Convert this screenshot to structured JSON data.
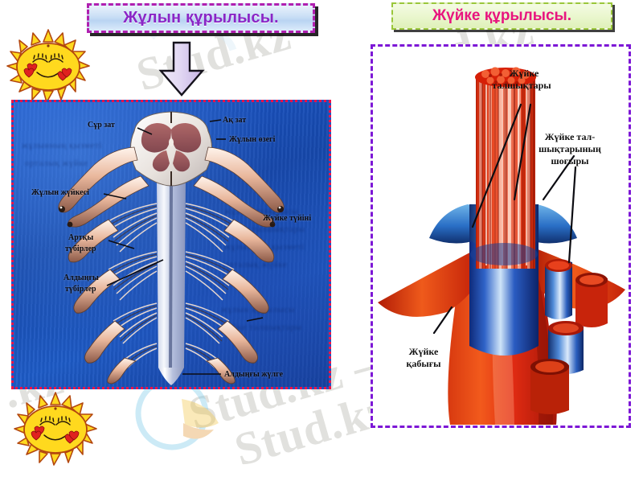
{
  "slide": {
    "background_color": "#ffffff",
    "watermark_text": "Stud.kz",
    "watermark_separator": "–"
  },
  "titles": {
    "left": {
      "text": "Жұлын құрылысы.",
      "text_color": "#8a26c6",
      "border_color": "#b020b0",
      "fill_color": "#c9def5"
    },
    "right": {
      "text": "Жүйке құрылысы.",
      "text_color": "#e8157f",
      "border_color": "#9ac63a",
      "fill_color": "#eaf7cf"
    }
  },
  "arrow": {
    "name": "down-arrow",
    "direction": "down",
    "fill_color": "#ded2f0",
    "outline_color": "#1a1a1a"
  },
  "decorations": {
    "sun_top": {
      "name": "smiling-sun",
      "body_color": "#ffd91e",
      "outline_color": "#b3470f",
      "cheek_color": "#e0221f"
    },
    "sun_bottom": {
      "name": "smiling-sun",
      "body_color": "#ffd91e",
      "outline_color": "#b3470f",
      "cheek_color": "#e0221f"
    }
  },
  "figure_left": {
    "name": "spinal-cord-diagram",
    "border_color": "#ef1247",
    "border_style": "dotted",
    "background_color": "#1b55c4",
    "labels": [
      {
        "id": "sur-zat",
        "text": "Сұр зат"
      },
      {
        "id": "aq-zat",
        "text": "Ақ зат"
      },
      {
        "id": "zhulyn-ozegi",
        "text": "Жұлын өзегі"
      },
      {
        "id": "zhulyn-zhuikesi",
        "text": "Жұлын жүйкесі"
      },
      {
        "id": "zhuike-tuini",
        "text": "Жүйке түйіні"
      },
      {
        "id": "artqy-tubirler",
        "text": "Артқы\nтүбірлер"
      },
      {
        "id": "artqy-tubirler-1",
        "text": "Артқы"
      },
      {
        "id": "artqy-tubirler-2",
        "text": "түбірлер"
      },
      {
        "id": "aldyngy-tubirler-1",
        "text": "Алдыңғы"
      },
      {
        "id": "aldyngy-tubirler-2",
        "text": "түбірлер"
      },
      {
        "id": "aldyngy-zhulge",
        "text": "Алдыңғы жүлге"
      }
    ],
    "ghost_text_lines": [
      "жұлынның қызметі",
      "орталық жүйке",
      "жұлын құрылысы",
      "жүйке талшықтары"
    ]
  },
  "figure_right": {
    "name": "nerve-structure-diagram",
    "border_color": "#7d17d6",
    "border_style": "dashed",
    "background_color": "#ffffff",
    "labels": [
      {
        "id": "zhuike-talshyqtary-1",
        "text": "Жүйке"
      },
      {
        "id": "zhuike-talshyqtary-2",
        "text": "талшықтары"
      },
      {
        "id": "shogyry-1",
        "text": "Жүйке тал-"
      },
      {
        "id": "shogyry-2",
        "text": "шықтарының"
      },
      {
        "id": "shogyry-3",
        "text": "шоғыры"
      },
      {
        "id": "zhuike-qabygy-1",
        "text": "Жүйке"
      },
      {
        "id": "zhuike-qabygy-2",
        "text": "қабығы"
      }
    ],
    "colors": {
      "fiber_color": "#e02214",
      "sheath_color": "#1b52c9",
      "outer_color": "#e8371a"
    }
  }
}
